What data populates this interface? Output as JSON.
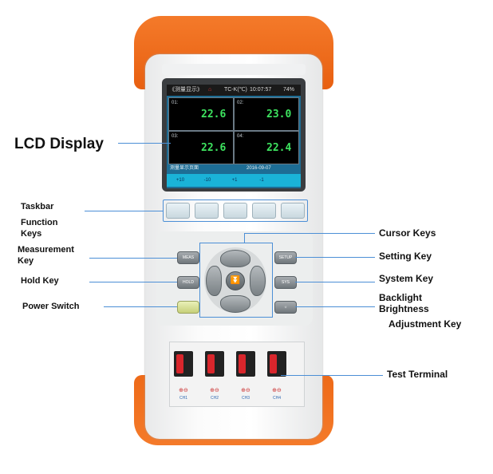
{
  "device": {
    "screen": {
      "header_left": "《测量显示》",
      "header_mode": "TC-K(℃)",
      "header_time": "10:07:57",
      "header_batt": "74%",
      "channels": [
        {
          "label": "01:",
          "value": "22.6"
        },
        {
          "label": "02:",
          "value": "23.0"
        },
        {
          "label": "03:",
          "value": "22.6"
        },
        {
          "label": "04:",
          "value": "22.4"
        }
      ],
      "footer_left": "测量显示页面",
      "footer_date": "2016-09-07",
      "softkeys": [
        "+10",
        "-10",
        "+1",
        "-1",
        ""
      ]
    },
    "keys": {
      "meas_label": "MEAS",
      "hold_label": "HOLD",
      "setup_label": "SETUP",
      "sys_label": "SYS"
    },
    "terminals": [
      "CH1",
      "CH2",
      "CH3",
      "CH4"
    ],
    "terminal_symbol": "⊕⊖"
  },
  "labels": {
    "lcd_display": "LCD Display",
    "taskbar": "Taskbar",
    "function_keys": "Function Keys",
    "measurement_key": "Measurement Key",
    "hold_key": "Hold Key",
    "power_switch": "Power Switch",
    "cursor_keys": "Cursor Keys",
    "setting_key": "Setting Key",
    "system_key": "System Key",
    "backlight_1": "Backlight",
    "backlight_2": "Brightness",
    "backlight_3": "Adjustment Key",
    "test_terminal": "Test Terminal"
  },
  "colors": {
    "bumper": "#f47a2a",
    "screen_bg": "#1d6d95",
    "digit_green": "#3de35f",
    "softkey": "#1ab3d8",
    "callout_line": "#4c8fd6"
  }
}
